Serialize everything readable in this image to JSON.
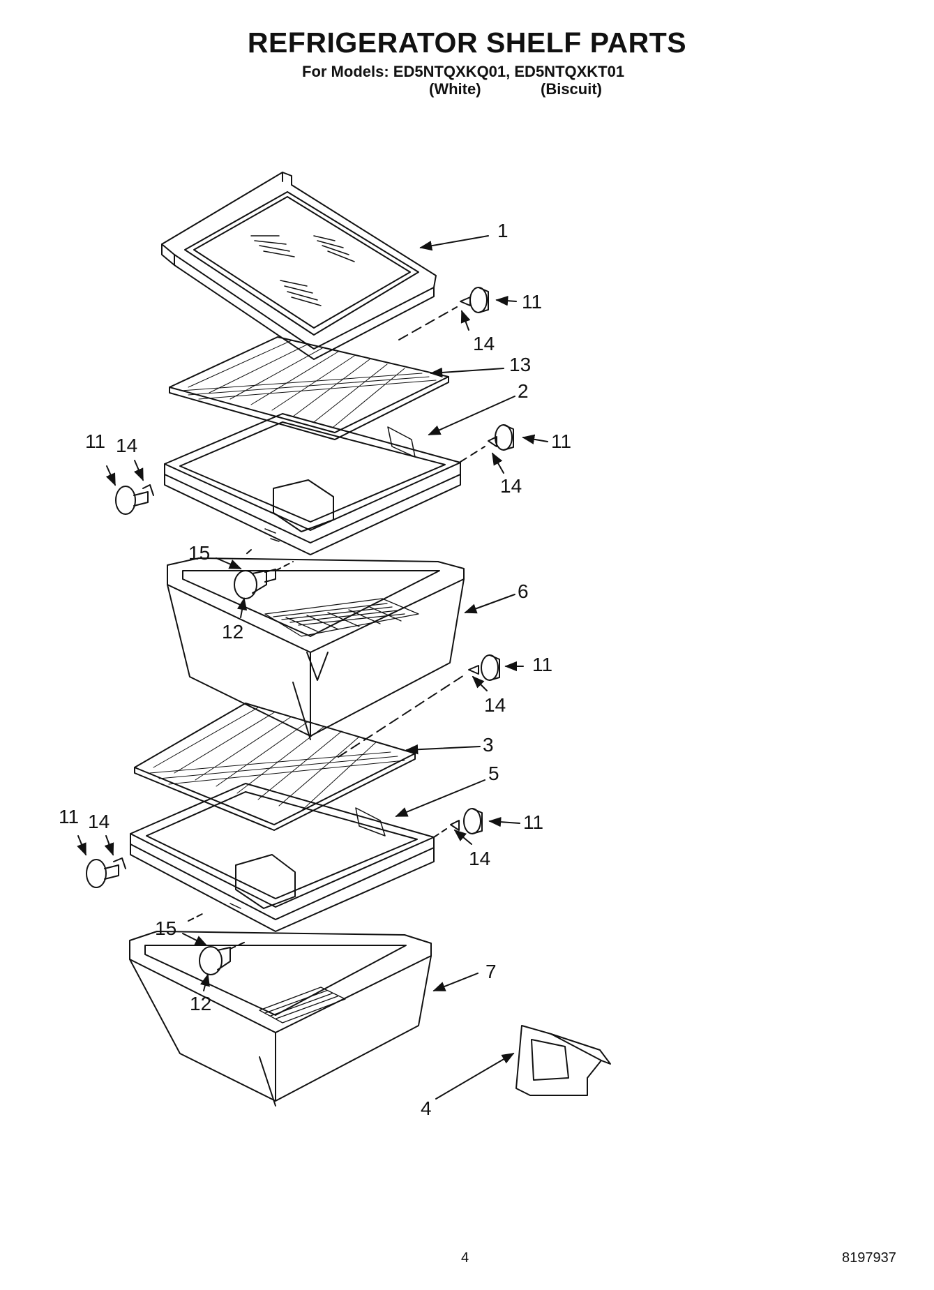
{
  "header": {
    "title": "REFRIGERATOR SHELF PARTS",
    "models_line": "For Models: ED5NTQXKQ01, ED5NTQXKT01",
    "color_1": "(White)",
    "color_2": "(Biscuit)"
  },
  "callouts": {
    "c1": "1",
    "c11a": "11",
    "c14a": "14",
    "c13": "13",
    "c2": "2",
    "c11b": "11",
    "c14b": "14",
    "c11c": "11",
    "c14c": "14",
    "c15a": "15",
    "c6": "6",
    "c12a": "12",
    "c11d": "11",
    "c14d": "14",
    "c3": "3",
    "c5": "5",
    "c11e": "11",
    "c14e": "14",
    "c11f": "11",
    "c14f": "14",
    "c15b": "15",
    "c7": "7",
    "c12b": "12",
    "c4": "4"
  },
  "footer": {
    "page_number": "4",
    "document_number": "8197937"
  }
}
